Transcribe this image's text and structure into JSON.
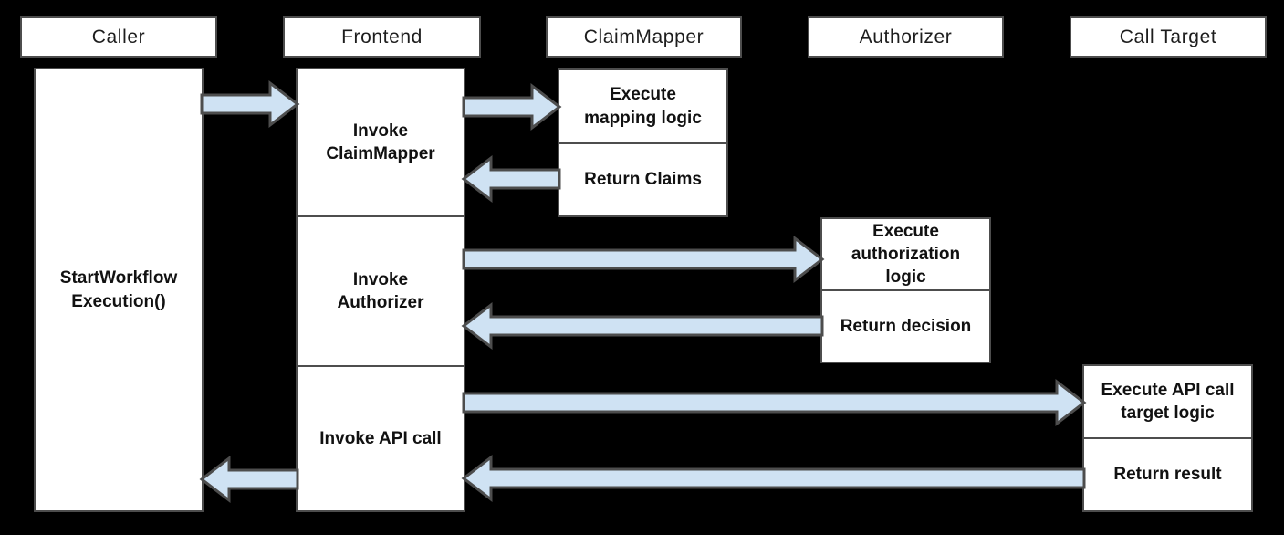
{
  "colors": {
    "background": "#000000",
    "box_fill": "#ffffff",
    "box_border": "#4d4d4d",
    "arrow_fill": "#cfe2f3",
    "arrow_stroke": "#4d4d4d",
    "header_text": "#1d1d1d",
    "step_text": "#111111"
  },
  "lifelines": [
    {
      "name": "caller",
      "header": "Caller",
      "steps": [
        {
          "label": "StartWorkflow\nExecution()"
        }
      ]
    },
    {
      "name": "frontend",
      "header": "Frontend",
      "steps": [
        {
          "label": "Invoke\nClaimMapper"
        },
        {
          "label": "Invoke\nAuthorizer"
        },
        {
          "label": "Invoke API call"
        }
      ]
    },
    {
      "name": "claimmapper",
      "header": "ClaimMapper",
      "steps": [
        {
          "label": "Execute\nmapping logic"
        },
        {
          "label": "Return Claims"
        }
      ]
    },
    {
      "name": "authorizer",
      "header": "Authorizer",
      "steps": [
        {
          "label": "Execute\nauthorization\nlogic"
        },
        {
          "label": "Return decision"
        }
      ]
    },
    {
      "name": "calltarget",
      "header": "Call Target",
      "steps": [
        {
          "label": "Execute API call\ntarget logic"
        },
        {
          "label": "Return result"
        }
      ]
    }
  ],
  "arrows": [
    {
      "name": "caller-to-frontend",
      "from": "Caller",
      "to": "Frontend",
      "direction": "right"
    },
    {
      "name": "frontend-to-claimmapper",
      "from": "Frontend",
      "to": "ClaimMapper",
      "direction": "right"
    },
    {
      "name": "claimmapper-to-frontend",
      "from": "ClaimMapper",
      "to": "Frontend",
      "direction": "left"
    },
    {
      "name": "frontend-to-authorizer",
      "from": "Frontend",
      "to": "Authorizer",
      "direction": "right"
    },
    {
      "name": "authorizer-to-frontend",
      "from": "Authorizer",
      "to": "Frontend",
      "direction": "left"
    },
    {
      "name": "frontend-to-calltarget",
      "from": "Frontend",
      "to": "Call Target",
      "direction": "right"
    },
    {
      "name": "calltarget-to-frontend",
      "from": "Call Target",
      "to": "Frontend",
      "direction": "left"
    },
    {
      "name": "frontend-to-caller",
      "from": "Frontend",
      "to": "Caller",
      "direction": "left"
    }
  ]
}
